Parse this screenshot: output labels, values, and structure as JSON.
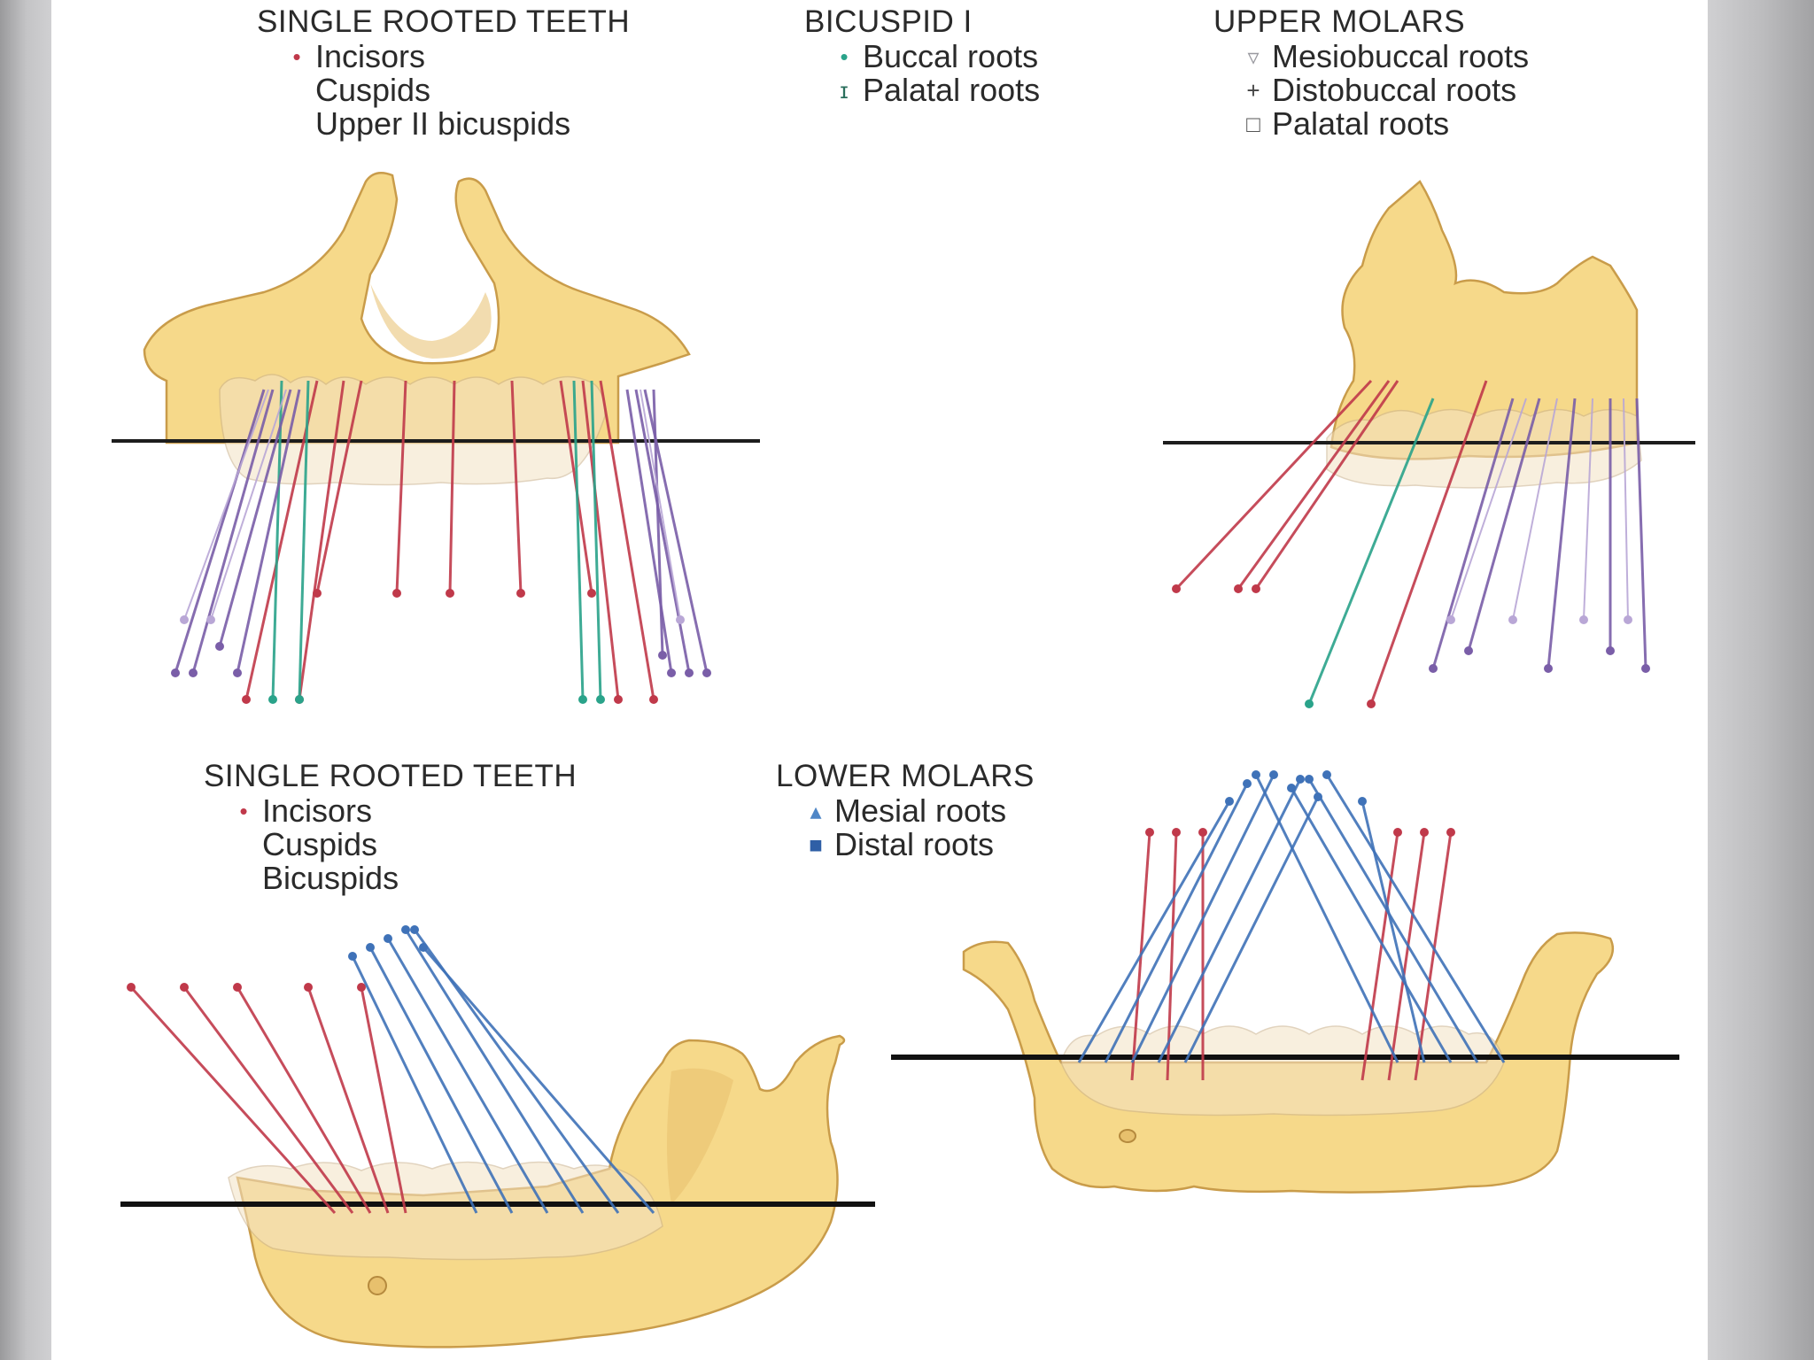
{
  "legends": {
    "upper_single": {
      "title": "SINGLE ROOTED TEETH",
      "items": [
        {
          "marker": "•",
          "label": "Incisors",
          "color": "#c0394a"
        },
        {
          "marker": "",
          "label": "Cuspids"
        },
        {
          "marker": "",
          "label": "Upper II bicuspids"
        }
      ]
    },
    "bicuspid": {
      "title": "BICUSPID I",
      "items": [
        {
          "marker": "•",
          "label": "Buccal roots",
          "color": "#2aa38a"
        },
        {
          "marker": "ɪ",
          "label": "Palatal roots",
          "color": "#2a6f5c"
        }
      ]
    },
    "upper_molars": {
      "title": "UPPER MOLARS",
      "items": [
        {
          "marker": "▿",
          "label": "Mesiobuccal roots",
          "color": "#9a9aa0"
        },
        {
          "marker": "+",
          "label": "Distobuccal roots",
          "color": "#444444"
        },
        {
          "marker": "□",
          "label": "Palatal roots",
          "color": "#555555"
        }
      ]
    },
    "lower_single": {
      "title": "SINGLE ROOTED TEETH",
      "items": [
        {
          "marker": "•",
          "label": "Incisors",
          "color": "#c0394a"
        },
        {
          "marker": "",
          "label": "Cuspids"
        },
        {
          "marker": "",
          "label": "Bicuspids"
        }
      ]
    },
    "lower_molars": {
      "title": "LOWER MOLARS",
      "items": [
        {
          "marker": "▴",
          "label": "Mesial roots",
          "color": "#4f86c6"
        },
        {
          "marker": "■",
          "label": "Distal roots",
          "color": "#2f5fa6"
        }
      ]
    }
  },
  "colors": {
    "incisor_red": "#c0394a",
    "bicuspid_green": "#2aa38a",
    "molar_purple": "#7a5ea8",
    "molar_lilac": "#b9a7d6",
    "lower_blue": "#3f72b8",
    "bone": "#f6d98a"
  }
}
